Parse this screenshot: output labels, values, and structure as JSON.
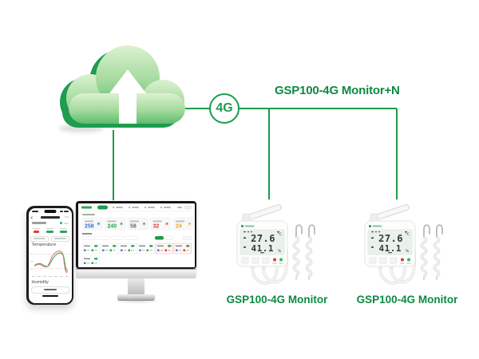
{
  "diagram": {
    "badge_4g": "4G",
    "group_label": "GSP100-4G Monitor+N"
  },
  "devices": [
    {
      "label": "GSP100-4G Monitor",
      "temp": "27.6",
      "temp_unit": "°C",
      "humidity": "41.1",
      "humidity_unit": "%"
    },
    {
      "label": "GSP100-4G Monitor",
      "temp": "27.6",
      "temp_unit": "°C",
      "humidity": "41.1",
      "humidity_unit": "%"
    }
  ],
  "desktop_dashboard": {
    "stats": [
      {
        "value": "258",
        "color": "#3a6fd8"
      },
      {
        "value": "240",
        "color": "#23a05a"
      },
      {
        "value": "58",
        "color": "#5f6b76"
      },
      {
        "value": "32",
        "color": "#e23b3b"
      },
      {
        "value": "24",
        "color": "#f2a024"
      }
    ]
  },
  "phone_app": {
    "temperature_label": "Temperature",
    "humidity_label": "Humidity"
  },
  "colors": {
    "brand_green": "#1d9b4e",
    "title_green": "#0d8a42",
    "cloud_light": "#d9efcd",
    "cloud_side": "#1e9c4f",
    "alarm_red": "#e23b3b"
  }
}
